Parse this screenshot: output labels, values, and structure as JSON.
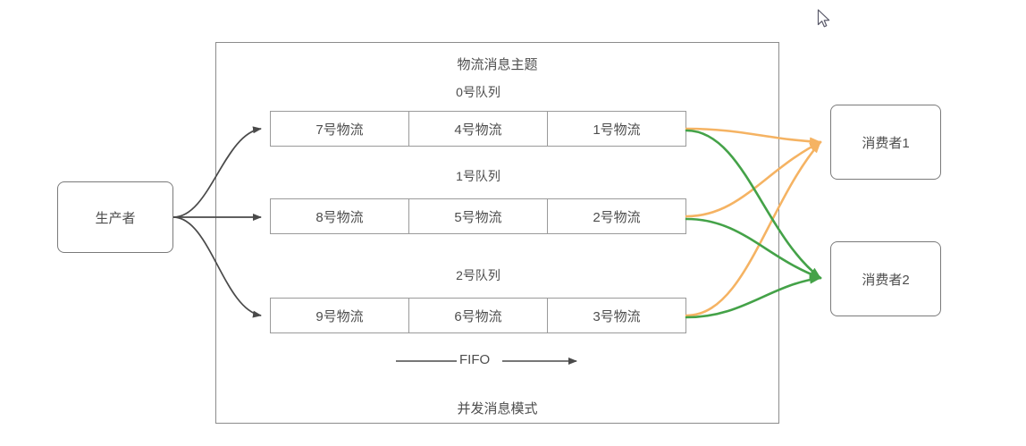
{
  "diagram": {
    "title": "物流消息主题",
    "caption": "并发消息模式",
    "fifo_label": "FIFO",
    "colors": {
      "border": "#8c8c8c",
      "cell_border": "#9a9a9a",
      "text": "#4d4d4d",
      "producer_arrow": "#4a4a4a",
      "consumer1_flow": "#f5b363",
      "consumer2_flow": "#44a248"
    },
    "producer": {
      "label": "生产者"
    },
    "consumers": [
      {
        "id": "consumer1",
        "label": "消费者1",
        "flow_color": "#f5b363"
      },
      {
        "id": "consumer2",
        "label": "消费者2",
        "flow_color": "#44a248"
      }
    ],
    "queues": [
      {
        "caption": "0号队列",
        "cells": [
          "7号物流",
          "4号物流",
          "1号物流"
        ]
      },
      {
        "caption": "1号队列",
        "cells": [
          "8号物流",
          "5号物流",
          "2号物流"
        ]
      },
      {
        "caption": "2号队列",
        "cells": [
          "9号物流",
          "6号物流",
          "3号物流"
        ]
      }
    ]
  }
}
